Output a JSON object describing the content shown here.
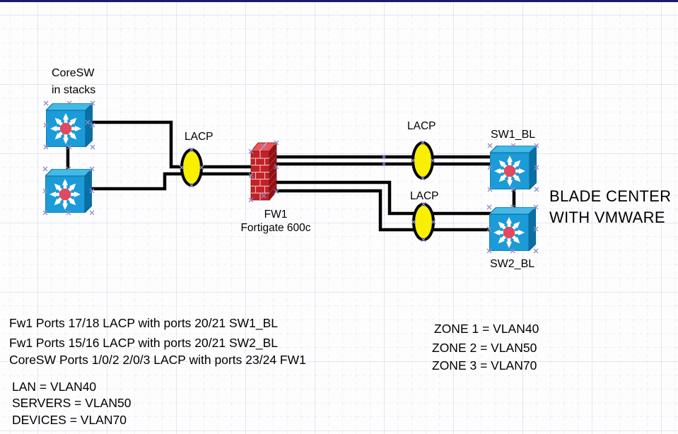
{
  "window": {
    "top_edge_color": "#1b1b6b"
  },
  "grid": {
    "minor_color": "#dce3ee",
    "major_color": "#c7d2e2",
    "minor_step": 19.6,
    "major_step": 98
  },
  "palette": {
    "connector": "#000000",
    "lacp_fill": "#f8f000",
    "switch_front": "#1b9bd7",
    "switch_top": "#41bae8",
    "switch_side": "#0b6fa4",
    "switch_hub": "#e0495f",
    "firewall_front": "#c22126",
    "firewall_top": "#ef5358",
    "firewall_side": "#8e1216",
    "selection_handle": "#8d8dd2"
  },
  "nodes": {
    "coresw": {
      "title": "CoreSW",
      "subtitle": "in stacks"
    },
    "fw": {
      "name": "FW1",
      "model": "Fortigate 600c"
    },
    "sw1": {
      "label": "SW1_BL"
    },
    "sw2": {
      "label": "SW2_BL"
    },
    "blade": {
      "line1": "BLADE CENTER",
      "line2": "WITH VMWARE"
    },
    "lacp_left": {
      "label": "LACP"
    },
    "lacp_top": {
      "label": "LACP"
    },
    "lacp_bottom": {
      "label": "LACP"
    }
  },
  "notes": {
    "port_lines": [
      "Fw1 Ports 17/18 LACP with ports 20/21 SW1_BL",
      "Fw1 Ports 15/16 LACP with ports 20/21 SW2_BL",
      "CoreSW Ports 1/0/2 2/0/3 LACP with ports 23/24 FW1"
    ],
    "vlan_lines": [
      "LAN = VLAN40",
      "SERVERS = VLAN50",
      "DEVICES = VLAN70"
    ],
    "zone_lines": [
      "ZONE 1 = VLAN40",
      "ZONE 2 = VLAN50",
      "ZONE 3 = VLAN70"
    ]
  }
}
